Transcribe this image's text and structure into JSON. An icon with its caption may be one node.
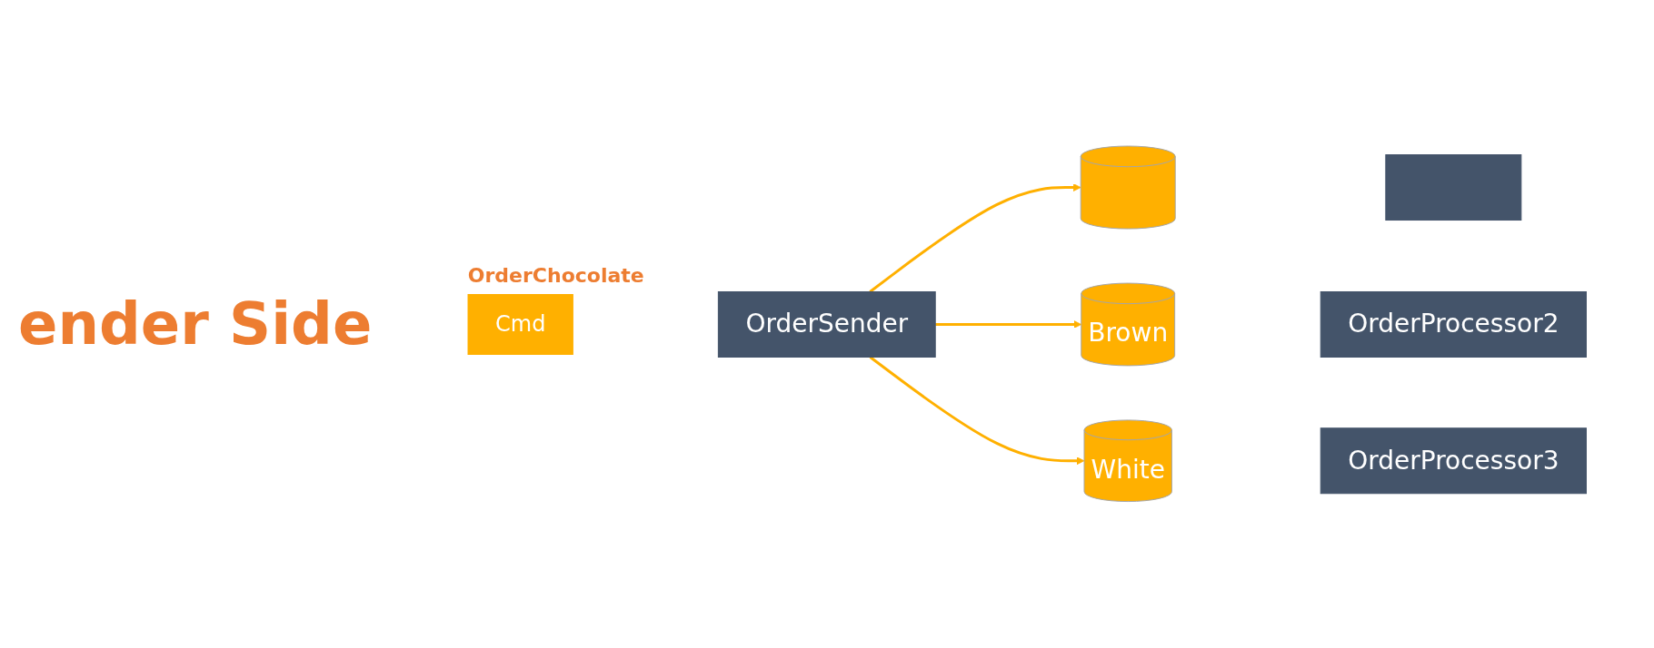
{
  "diagram": {
    "nodes": [
      {
        "text": [
          "OrderSender"
        ]
      },
      {
        "text": [
          "Cmd"
        ],
        "beside": [
          "OrderChocolate"
        ]
      },
      {
        "text": [],
        "shape": "cylinder"
      },
      {
        "text": [],
        "shape": "box"
      },
      {
        "text": [
          "Brown"
        ]
      },
      {
        "text": [
          "OrderProcessor2"
        ]
      },
      {
        "text": [
          "White"
        ]
      },
      {
        "text": [
          "OrderProcessor3"
        ]
      }
    ],
    "edges": [
      {
        "from": 0,
        "to": 2,
        "arrow": "to"
      },
      {
        "from": 0,
        "to": 4,
        "arrow": "to"
      },
      {
        "from": 0,
        "to": 6,
        "arrow": "to"
      }
    ],
    "labels": [
      "ender Side"
    ]
  }
}
